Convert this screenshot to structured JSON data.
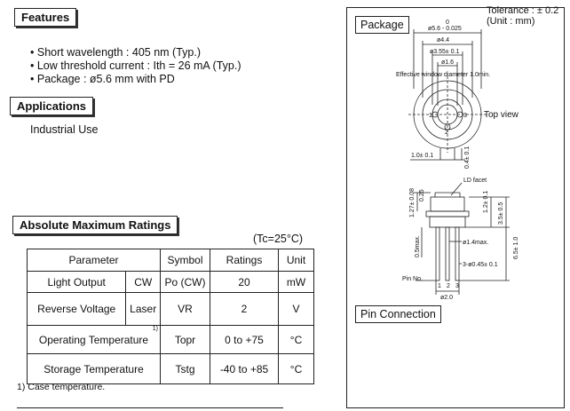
{
  "features": {
    "title": "Features",
    "bullets": [
      "Short wavelength : 405 nm (Typ.)",
      "Low threshold current : Ith = 26 mA (Typ.)",
      "Package : ø5.6 mm  with PD"
    ]
  },
  "applications": {
    "title": "Applications",
    "text": "Industrial Use"
  },
  "ratings": {
    "title": "Absolute Maximum Ratings",
    "condition": "(Tc=25°C)",
    "headers": [
      "Parameter",
      "Symbol",
      "Ratings",
      "Unit"
    ],
    "rows": [
      {
        "param": "Light Output",
        "sub": "CW",
        "symbol": "Po  (CW)",
        "value": "20",
        "unit": "mW"
      },
      {
        "param": "Reverse Voltage",
        "sub": "Laser",
        "symbol": "VR",
        "value": "2",
        "unit": "V"
      },
      {
        "param": "Operating Temperature",
        "note_mark": "1)",
        "symbol": "Topr",
        "value": "0 to +75",
        "unit": "°C"
      },
      {
        "param": "Storage Temperature",
        "symbol": "Tstg",
        "value": "-40 to +85",
        "unit": "°C"
      }
    ],
    "footnote": "1) Case temperature."
  },
  "package": {
    "title": "Package",
    "tolerance_line1": "Tolerance : ± 0.2",
    "tolerance_line2": "(Unit : mm)",
    "dims": {
      "outer_top": "0",
      "outer": "ø5.6 - 0.025",
      "d44": "ø4.4",
      "d355": "ø3.55± 0.1",
      "d16": "ø1.6",
      "window": "Effective window diameter 1.0min.",
      "top_view": "Top view",
      "pin1": "1",
      "pin2": "2",
      "pin3": "3",
      "w10": "1.0± 0.1",
      "h04": "0.4± 0.1",
      "ld_facet": "LD facet",
      "d127": "1.27± 0.08",
      "d025": "0.25",
      "d12": "1.2± 0.1",
      "d35": "3.5± 0.5",
      "d05": "0.5max.",
      "d14": "ø1.4max.",
      "d65": "6.5± 1.0",
      "d045": "3-ø0.45± 0.1",
      "pin_no": "Pin No.",
      "d20": "ø2.0"
    }
  },
  "pin_connection": {
    "title": "Pin Connection"
  }
}
